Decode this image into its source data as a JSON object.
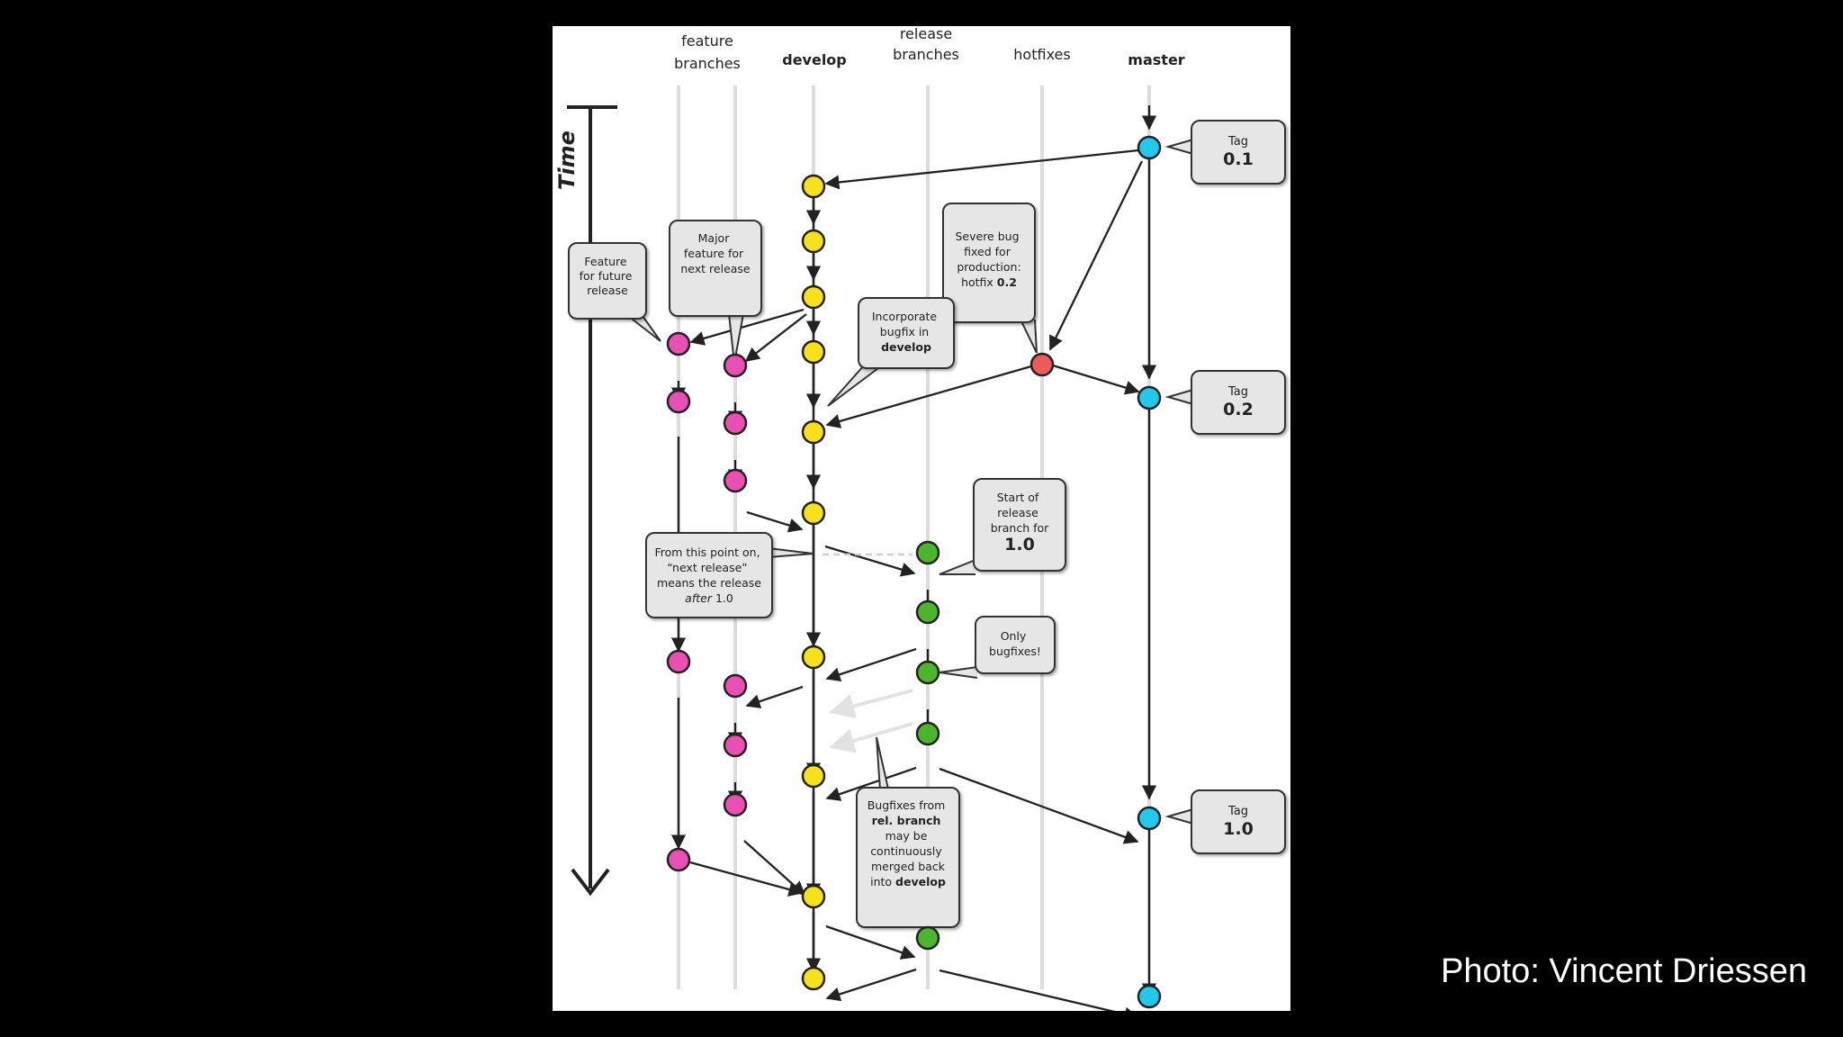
{
  "columns": {
    "feature": [
      "feature",
      "branches"
    ],
    "develop": "develop",
    "release": [
      "release",
      "branches"
    ],
    "hotfixes": "hotfixes",
    "master": "master"
  },
  "time_label": "Time",
  "tags": [
    {
      "small": "Tag",
      "big": "0.1"
    },
    {
      "small": "Tag",
      "big": "0.2"
    },
    {
      "small": "Tag",
      "big": "1.0"
    }
  ],
  "callouts": {
    "future": [
      "Feature",
      "for future",
      "release"
    ],
    "major": [
      "Major",
      "feature for",
      "next release"
    ],
    "severe": [
      "Severe bug",
      "fixed for",
      "production:",
      "hotfix "
    ],
    "severe_bold": "0.2",
    "incorporate": [
      "Incorporate",
      "bugfix in"
    ],
    "incorporate_bold": "develop",
    "start": [
      "Start of",
      "release",
      "branch for"
    ],
    "start_bold": "1.0",
    "from_point": [
      "From this point on,",
      "“next release”",
      "means the release"
    ],
    "from_point_italic": "after",
    "from_point_tail": " 1.0",
    "only": [
      "Only",
      "bugfixes!"
    ],
    "bugfixes": [
      "Bugfixes from",
      "may be",
      "continuously",
      "merged back",
      "into "
    ],
    "bugfixes_bold1": "rel. branch",
    "bugfixes_bold2": "develop"
  },
  "colors": {
    "feature": "#ea4fb4",
    "develop": "#f6e11b",
    "release": "#4cb52b",
    "hotfix": "#ee5a5a",
    "master": "#22c9ea",
    "background": "#000000",
    "panel": "#ffffff"
  },
  "credit": "Photo: Vincent Driessen"
}
